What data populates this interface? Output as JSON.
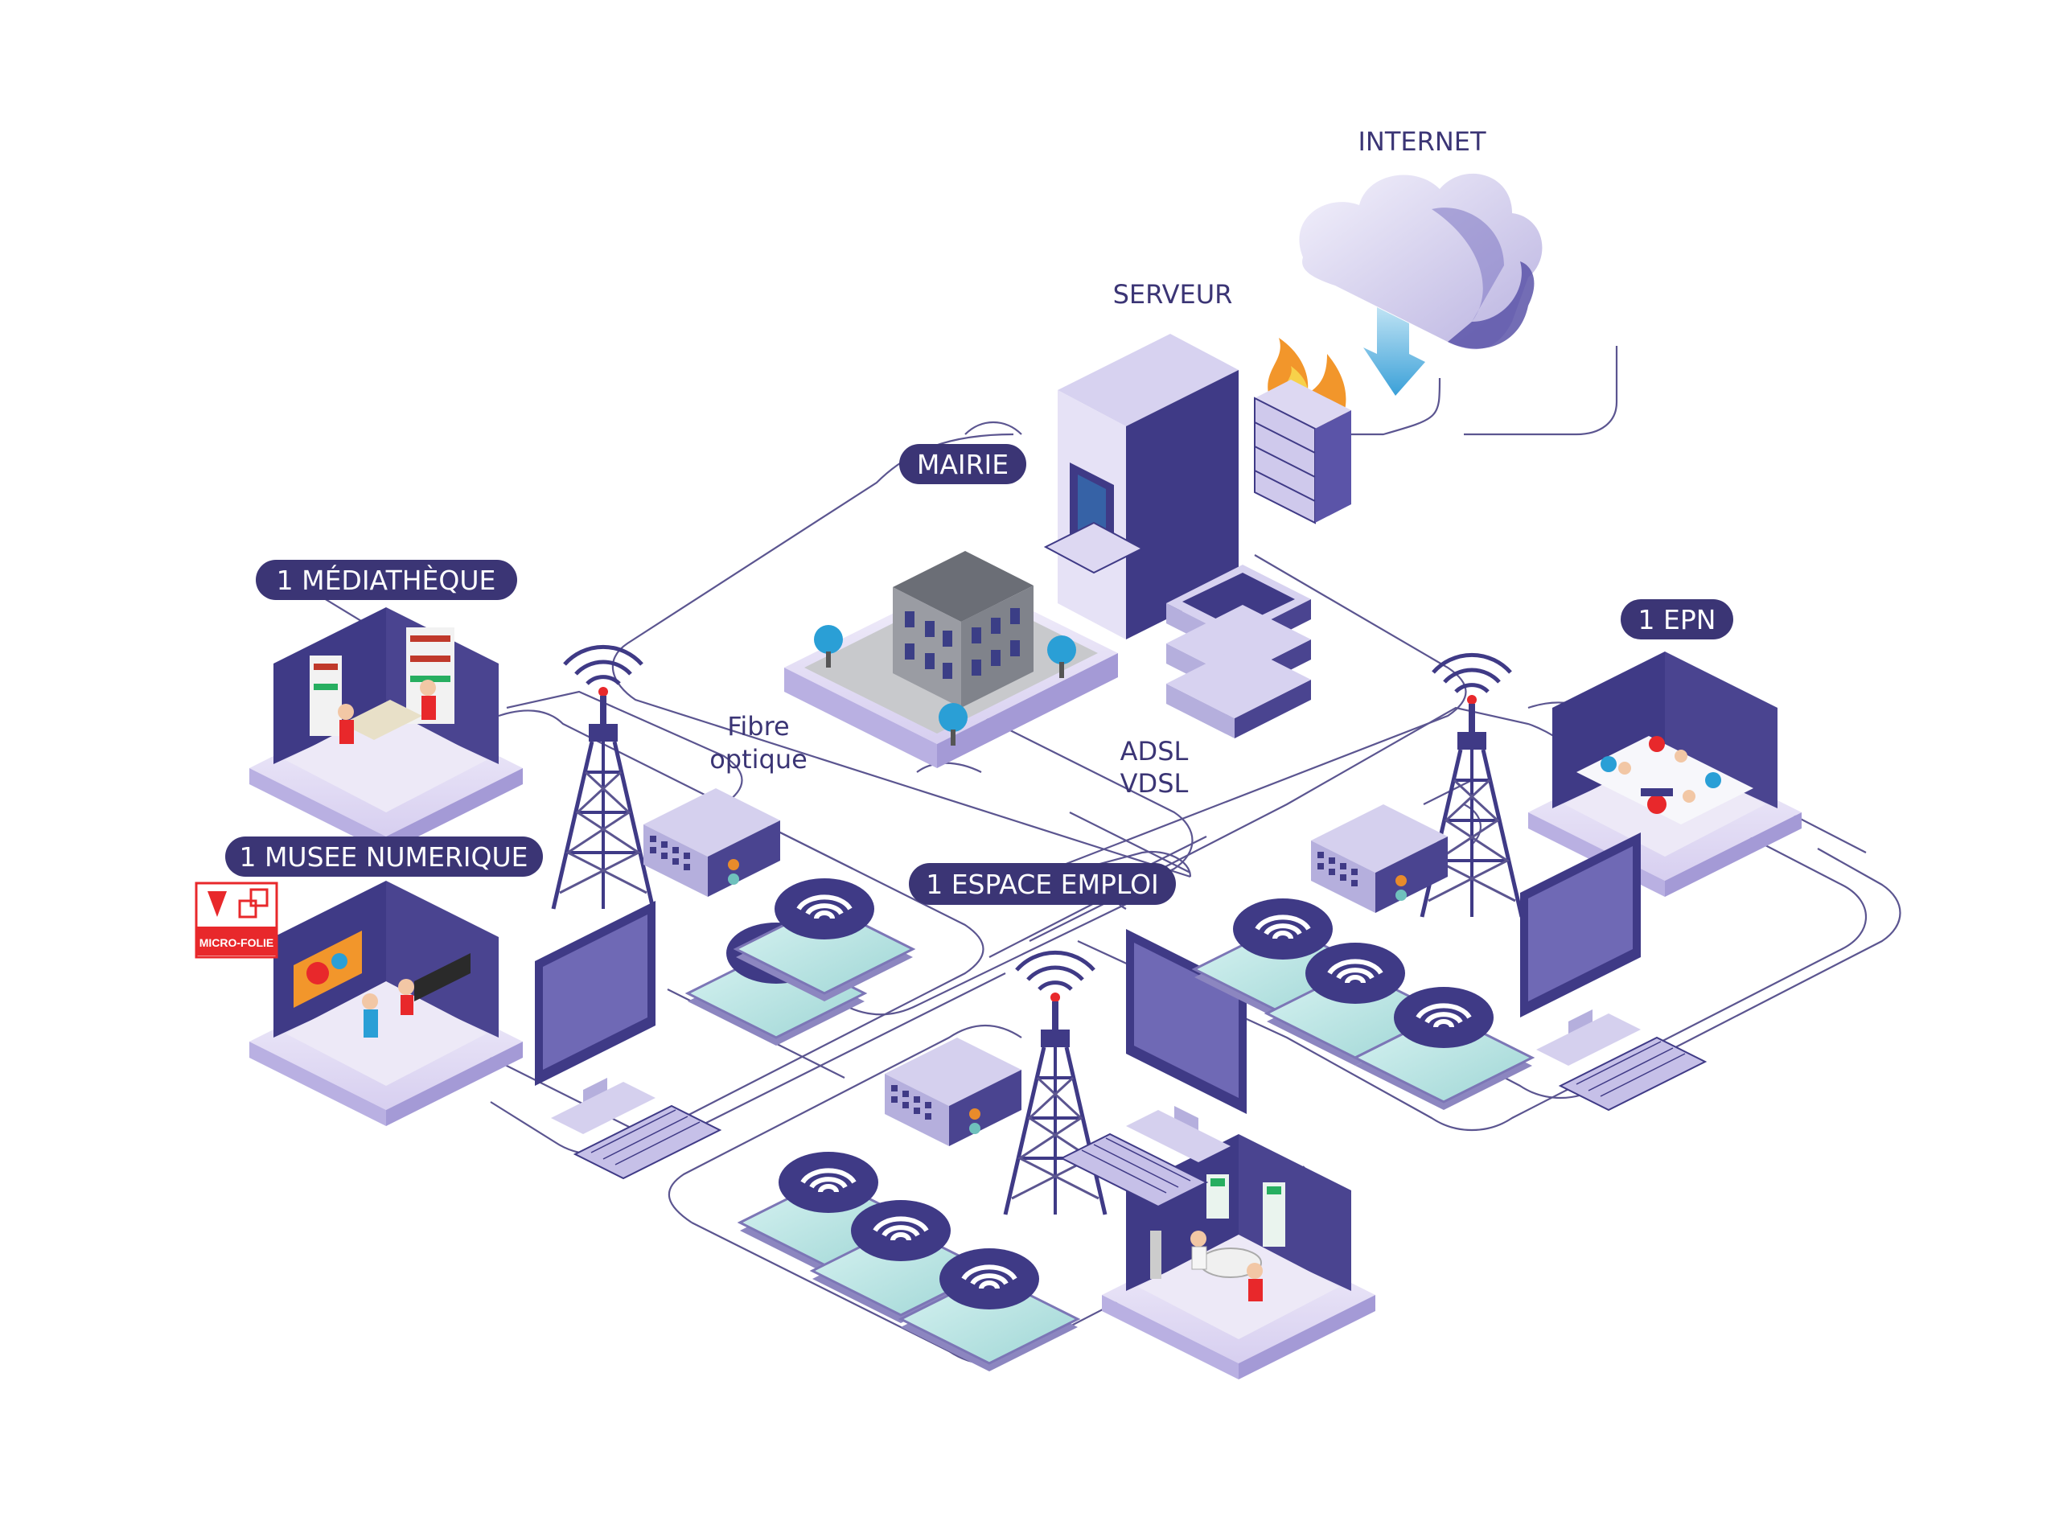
{
  "labels": {
    "internet": "INTERNET",
    "serveur": "SERVEUR",
    "mairie": "MAIRIE",
    "mediatheque": "1 MÉDIATHÈQUE",
    "musee": "1 MUSEE NUMERIQUE",
    "epn": "1 EPN",
    "espace_emploi": "1 ESPACE EMPLOI",
    "fibre_line1": "Fibre",
    "fibre_line2": "optique",
    "adsl": "ADSL",
    "vdsl": "VDSL",
    "micro_folie": "MICRO-FOLIE"
  },
  "colors": {
    "primary": "#3b3575",
    "accent": "#e8282b",
    "wire": "#5b5590",
    "platform": "#e3ddf5",
    "screen": "#bfe7e6"
  },
  "icons": [
    "cloud-icon",
    "download-arrow-icon",
    "firewall-icon",
    "server-icon",
    "building-icon",
    "antenna-tower-icon",
    "network-switch-icon",
    "wifi-icon",
    "tablet-icon",
    "monitor-icon",
    "keyboard-icon",
    "room-icon"
  ]
}
